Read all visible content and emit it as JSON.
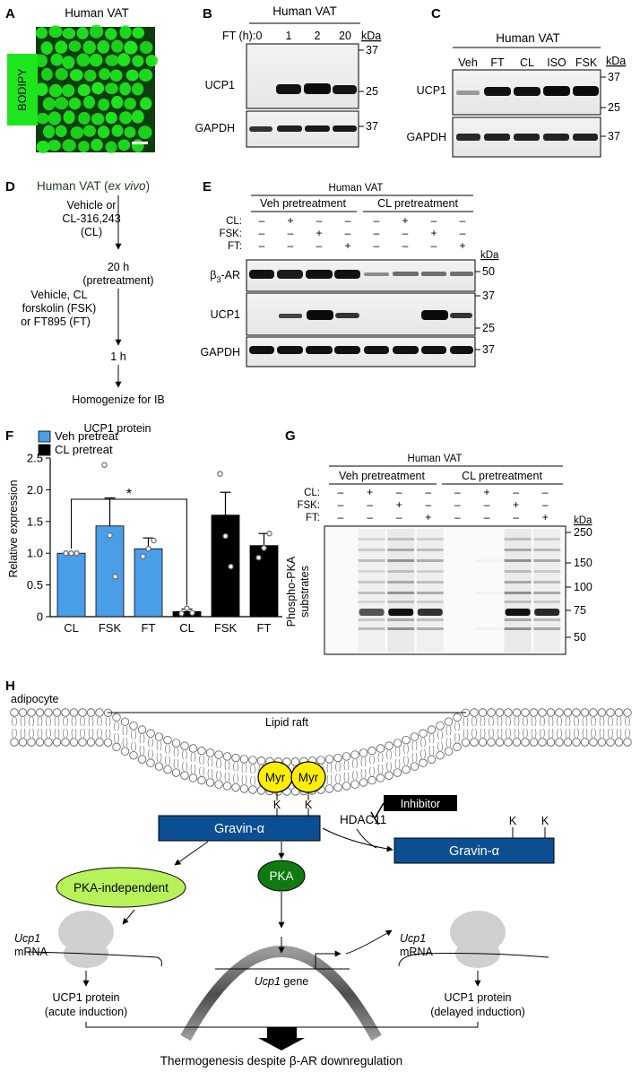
{
  "panels": {
    "a": {
      "label": "A",
      "title": "Human VAT",
      "stain": "BODIPY",
      "colors": {
        "stain": "#1ee61e",
        "background": "#0d3d0d"
      }
    },
    "b": {
      "label": "B",
      "title": "Human VAT",
      "ft_header": "FT (h):",
      "times": [
        "0",
        "1",
        "2",
        "20"
      ],
      "kda_label": "kDa",
      "blots": [
        {
          "name": "UCP1",
          "markers": [
            "37",
            "25"
          ]
        },
        {
          "name": "GAPDH",
          "markers": [
            "37"
          ]
        }
      ]
    },
    "c": {
      "label": "C",
      "title": "Human VAT",
      "lanes": [
        "Veh",
        "FT",
        "CL",
        "ISO",
        "FSK"
      ],
      "kda_label": "kDa",
      "blots": [
        {
          "name": "UCP1",
          "markers": [
            "37",
            "25"
          ]
        },
        {
          "name": "GAPDH",
          "markers": [
            "37"
          ]
        }
      ]
    },
    "d": {
      "label": "D",
      "title_main": "Human VAT (",
      "title_italic": "ex vivo",
      "title_end": ")",
      "step1": [
        "Vehicle or",
        "CL-316,243",
        "(CL)"
      ],
      "step2": [
        "20 h",
        "(pretreatment)"
      ],
      "step3": [
        "Vehicle, CL",
        "forskolin (FSK)",
        "or FT895 (FT)"
      ],
      "step4": "1 h",
      "step5": "Homogenize for IB"
    },
    "e": {
      "label": "E",
      "title": "Human VAT",
      "group1": "Veh pretreatment",
      "group2": "CL pretreatment",
      "row_labels": [
        "CL:",
        "FSK:",
        "FT:"
      ],
      "row_signs": [
        [
          "–",
          "+",
          "–",
          "–",
          "–",
          "+",
          "–",
          "–"
        ],
        [
          "–",
          "–",
          "+",
          "–",
          "–",
          "–",
          "+",
          "–"
        ],
        [
          "–",
          "–",
          "–",
          "+",
          "–",
          "–",
          "–",
          "+"
        ]
      ],
      "kda_label": "kDa",
      "blots": [
        {
          "name_main": "β",
          "name_sub": "3",
          "name_end": "-AR",
          "markers": [
            "50"
          ]
        },
        {
          "name": "UCP1",
          "markers": [
            "37",
            "25"
          ]
        },
        {
          "name": "GAPDH",
          "markers": [
            "37"
          ]
        }
      ]
    },
    "f": {
      "label": "F",
      "colors": {
        "veh": "#4a9ee8",
        "cl": "#000000"
      },
      "significance": "*"
    },
    "g": {
      "label": "G",
      "title": "Human VAT",
      "group1": "Veh pretreatment",
      "group2": "CL pretreatment",
      "row_labels": [
        "CL:",
        "FSK:",
        "FT:"
      ],
      "row_signs": [
        [
          "–",
          "+",
          "–",
          "–",
          "–",
          "+",
          "–",
          "–"
        ],
        [
          "–",
          "–",
          "+",
          "–",
          "–",
          "–",
          "+",
          "–"
        ],
        [
          "–",
          "–",
          "–",
          "+",
          "–",
          "–",
          "–",
          "+"
        ]
      ],
      "ylabel": [
        "Phospho-PKA",
        "substrates"
      ],
      "kda_label": "kDa",
      "markers": [
        "250",
        "150",
        "100",
        "75",
        "50"
      ]
    },
    "h": {
      "label": "H",
      "cell": "adipocyte",
      "raft": "Lipid raft",
      "myr": "Myr",
      "lys": "K",
      "gravin": "Gravin-α",
      "hdac": "HDAC11",
      "inhibitor": "Inhibitor",
      "pka": "PKA",
      "pka_indep": "PKA-independent",
      "mrna_gene": "Ucp1",
      "mrna": "mRNA",
      "gene_italic": "Ucp1",
      "gene": " gene",
      "acute": [
        "UCP1 protein",
        "(acute induction)"
      ],
      "delayed": [
        "UCP1 protein",
        "(delayed induction)"
      ],
      "thermo": "Thermogenesis despite β-AR downregulation",
      "colors": {
        "gravin": "#0b4f92",
        "myr": "#ffee00",
        "pka": "#0f7a0f",
        "pka_indep": "#b7f25a",
        "ribosome": "#cfcfcf"
      }
    }
  },
  "chart_data": {
    "type": "bar",
    "title": "UCP1 protein",
    "ylabel": "Relative expression",
    "xlabel": "",
    "categories": [
      "CL",
      "FSK",
      "FT",
      "CL",
      "FSK",
      "FT"
    ],
    "ylim": [
      0,
      2.5
    ],
    "yticks": [
      "0",
      "0.5",
      "1.0",
      "1.5",
      "2.0",
      "2.5"
    ],
    "legend": [
      "Veh pretreat",
      "CL pretreat"
    ],
    "legend_position": "top-left",
    "series": [
      {
        "name": "Veh pretreat",
        "values": [
          1.0,
          1.43,
          1.07
        ],
        "errors": [
          0.0,
          0.44,
          0.17
        ],
        "points": [
          [
            1.0,
            1.0,
            1.0
          ],
          [
            2.39,
            1.28,
            0.63
          ],
          [
            0.95,
            1.07,
            1.2
          ]
        ]
      },
      {
        "name": "CL pretreat",
        "values": [
          0.08,
          1.6,
          1.12
        ],
        "errors": [
          0.04,
          0.36,
          0.19
        ],
        "points": [
          [
            0.05,
            0.13,
            0.06
          ],
          [
            2.25,
            1.27,
            0.79
          ],
          [
            0.93,
            1.08,
            1.31
          ]
        ]
      }
    ],
    "grid": false
  }
}
